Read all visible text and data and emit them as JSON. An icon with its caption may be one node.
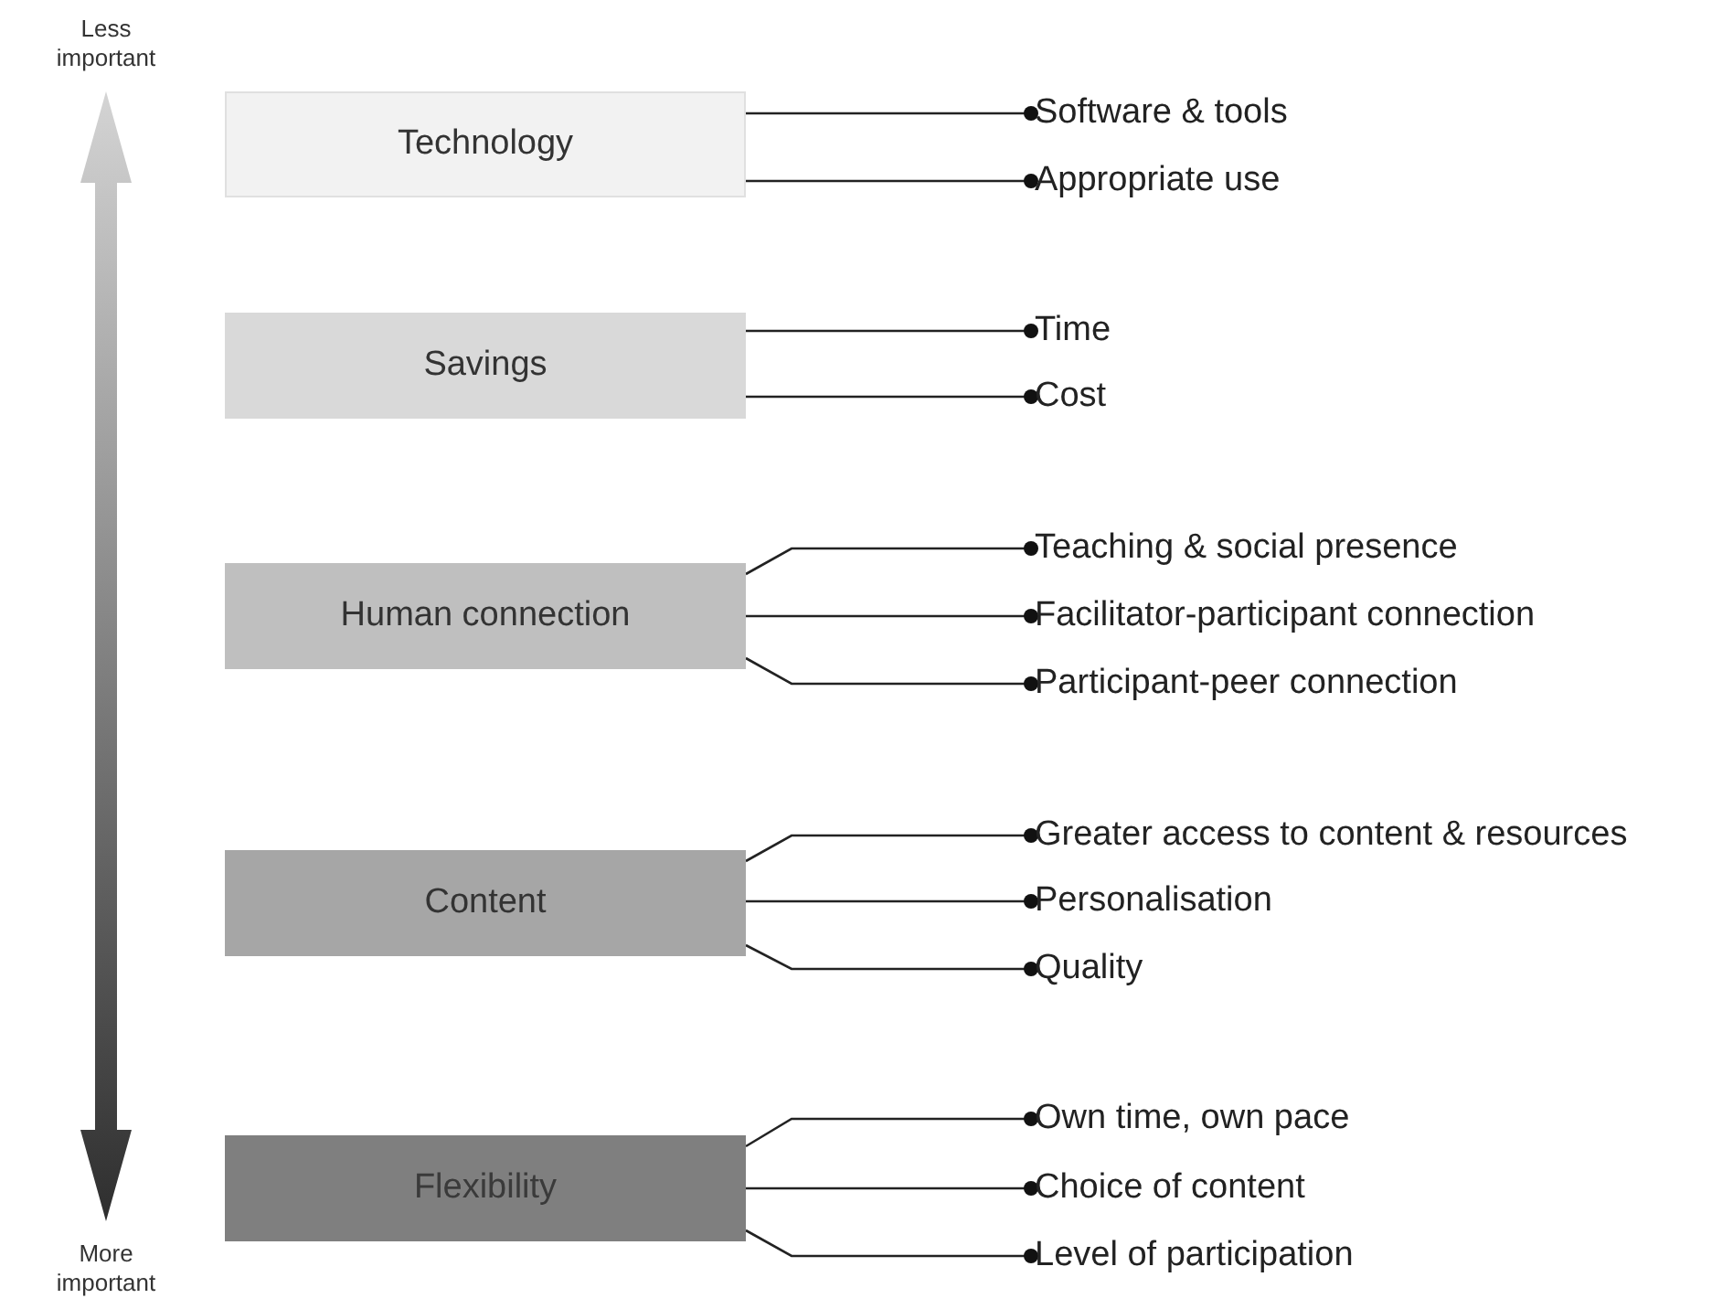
{
  "diagram": {
    "nodes": [
      {
        "text": [
          "Technology"
        ]
      },
      {
        "text": [
          "Software & tools"
        ]
      },
      {
        "text": [
          "Appropriate use"
        ]
      },
      {
        "text": [
          "Savings"
        ]
      },
      {
        "text": [
          "Time"
        ]
      },
      {
        "text": [
          "Cost"
        ]
      },
      {
        "text": [
          "Human connection"
        ]
      },
      {
        "text": [
          "Teaching & social presence"
        ]
      },
      {
        "text": [
          "Facilitator-participant connection"
        ]
      },
      {
        "text": [
          "Participant-peer connection"
        ]
      },
      {
        "text": [
          "Content"
        ]
      },
      {
        "text": [
          "Greater access to content & resources"
        ]
      },
      {
        "text": [
          "Personalisation"
        ]
      },
      {
        "text": [
          "Quality"
        ]
      },
      {
        "text": [
          "Flexibility"
        ]
      },
      {
        "text": [
          "Own time, own pace"
        ]
      },
      {
        "text": [
          "Choice of content"
        ]
      },
      {
        "text": [
          "Level of participation"
        ]
      }
    ],
    "edges": [
      {
        "from": 0,
        "to": 1,
        "arrow": "other"
      },
      {
        "from": 0,
        "to": 2,
        "arrow": "other"
      },
      {
        "from": 3,
        "to": 4,
        "arrow": "other"
      },
      {
        "from": 3,
        "to": 5,
        "arrow": "other"
      },
      {
        "from": 6,
        "to": 7,
        "arrow": "other"
      },
      {
        "from": 6,
        "to": 8,
        "arrow": "other"
      },
      {
        "from": 6,
        "to": 9,
        "arrow": "other"
      },
      {
        "from": 10,
        "to": 11,
        "arrow": "other"
      },
      {
        "from": 10,
        "to": 12,
        "arrow": "other"
      },
      {
        "from": 10,
        "to": 13,
        "arrow": "other"
      },
      {
        "from": 14,
        "to": 15,
        "arrow": "other"
      },
      {
        "from": 14,
        "to": 16,
        "arrow": "other"
      },
      {
        "from": 14,
        "to": 17,
        "arrow": "other"
      }
    ],
    "labels": [
      "Less important",
      "More important"
    ]
  }
}
